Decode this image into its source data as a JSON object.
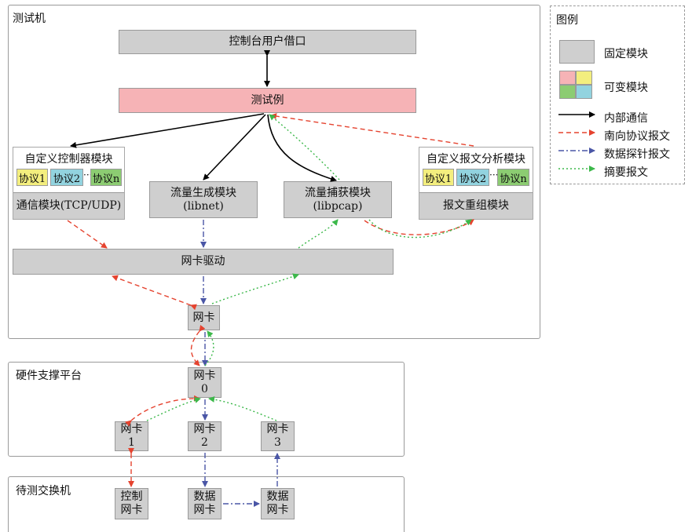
{
  "panels": {
    "tester": "测试机",
    "hardware": "硬件支撑平台",
    "switch": "待测交换机"
  },
  "modules": {
    "console": "控制台用户借口",
    "testcase": "测试例",
    "custom_controller": "自定义控制器模块",
    "comm_module": "通信模块(TCP/UDP)",
    "traffic_gen": {
      "line1": "流量生成模块",
      "line2": "(libnet)"
    },
    "traffic_cap": {
      "line1": "流量捕获模块",
      "line2": "(libpcap)"
    },
    "custom_parser": "自定义报文分析模块",
    "reassembly": "报文重组模块",
    "nic_driver": "网卡驱动",
    "nic": "网卡",
    "hw_nic0": {
      "line1": "网卡",
      "line2": "0"
    },
    "hw_nic1": {
      "line1": "网卡",
      "line2": "1"
    },
    "hw_nic2": {
      "line1": "网卡",
      "line2": "2"
    },
    "hw_nic3": {
      "line1": "网卡",
      "line2": "3"
    },
    "sw_ctrl_nic": {
      "line1": "控制",
      "line2": "网卡"
    },
    "sw_data_nic1": {
      "line1": "数据",
      "line2": "网卡"
    },
    "sw_data_nic2": {
      "line1": "数据",
      "line2": "网卡"
    }
  },
  "protocols": {
    "p1": "协议1",
    "p2": "协议2",
    "pn": "协议n",
    "ellipsis": "···"
  },
  "legend": {
    "title": "图例",
    "fixed": "固定模块",
    "variable": "可变模块",
    "internal": "内部通信",
    "southbound": "南向协议报文",
    "probe": "数据探针报文",
    "summary": "摘要报文"
  },
  "colors": {
    "module_gray": "#cfcfcf",
    "testcase_pink": "#f6b3b6",
    "southbound_red": "#e5432f",
    "probe_blue": "#4a56a6",
    "summary_green": "#3cb84a",
    "internal_black": "#000000"
  }
}
